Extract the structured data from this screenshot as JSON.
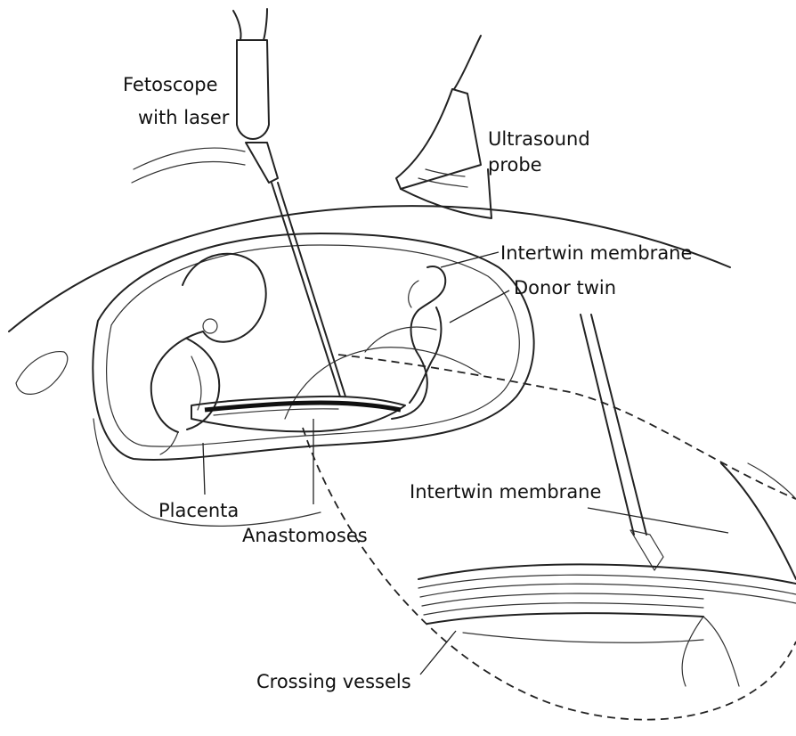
{
  "labels": {
    "fetoscope_line1": "Fetoscope",
    "fetoscope_line2": "with laser",
    "ultrasound_line1": "Ultrasound",
    "ultrasound_line2": "probe",
    "intertwin_membrane_top": "Intertwin membrane",
    "donor_twin": "Donor twin",
    "intertwin_membrane_detail": "Intertwin membrane",
    "placenta": "Placenta",
    "anastomoses": "Anastomoses",
    "crossing_vessels": "Crossing vessels"
  }
}
